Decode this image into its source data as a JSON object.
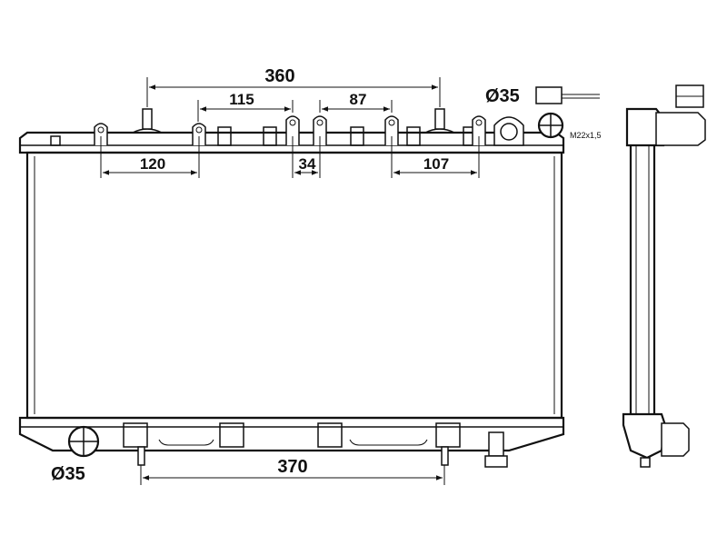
{
  "dimensions": {
    "top_overall": "360",
    "top_left_inner": "115",
    "top_right_inner": "87",
    "lower_left": "120",
    "lower_center": "34",
    "lower_right": "107",
    "bottom_overall": "370"
  },
  "ports": {
    "outlet_diameter": "Ø35",
    "inlet_diameter": "Ø35",
    "thread_spec": "M22x1,5"
  }
}
